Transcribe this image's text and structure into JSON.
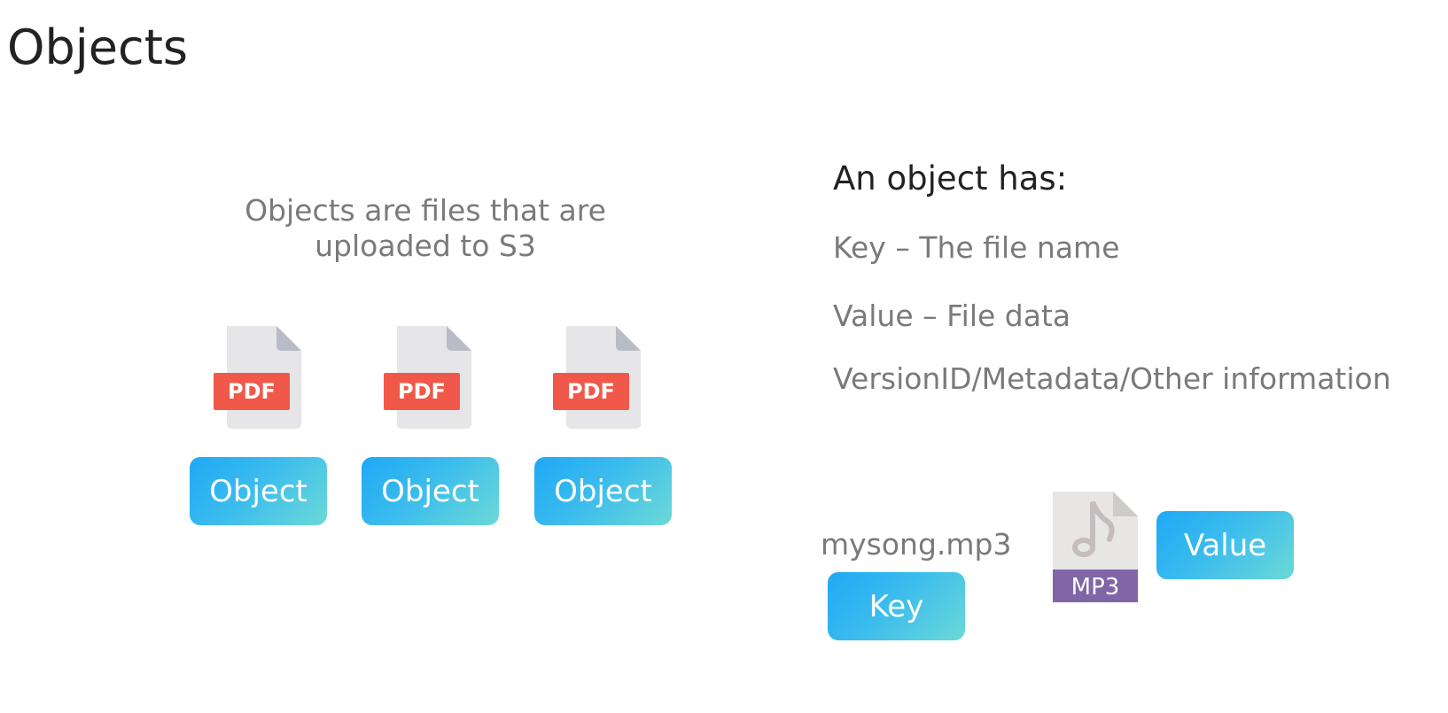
{
  "title": "Objects",
  "caption_line1": "Objects are files that are",
  "caption_line2": "uploaded to S3",
  "pdf_icons": [
    {
      "label": "PDF"
    },
    {
      "label": "PDF"
    },
    {
      "label": "PDF"
    }
  ],
  "object_buttons": [
    {
      "label": "Object"
    },
    {
      "label": "Object"
    },
    {
      "label": "Object"
    }
  ],
  "properties": {
    "heading": "An object has:",
    "items": [
      "Key – The file name",
      "Value – File data",
      "VersionID/Metadata/Other information"
    ]
  },
  "example": {
    "filename": "mysong.mp3",
    "key_label": "Key",
    "file_type": "MP3",
    "value_label": "Value"
  },
  "colors": {
    "pdf_badge": "#f0584a",
    "doc_body": "#e6e6e9",
    "doc_fold": "#b9bbc6",
    "mp3_badge": "#8066a6",
    "gradient_start": "#1fa8f5",
    "gradient_end": "#6bd9d6"
  }
}
